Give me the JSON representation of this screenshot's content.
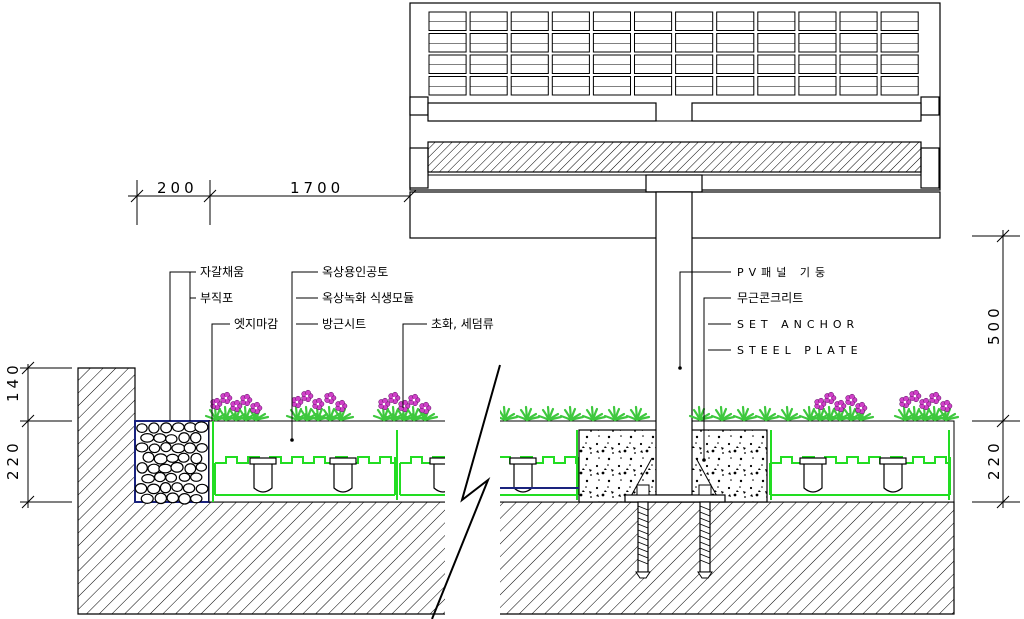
{
  "dimensions": {
    "top_left": "200",
    "top_right": "1700",
    "right_upper": "500",
    "right_lower": "220",
    "left_upper": "140",
    "left_lower": "220"
  },
  "labels_left": [
    "자갈채움",
    "부직포",
    "엣지마감"
  ],
  "labels_mid": [
    "옥상용인공토",
    "옥상녹화 식생모듈",
    "방근시트"
  ],
  "label_plants": "초화, 세덤류",
  "labels_right": [
    "PV패널 기둥",
    "무근콘크리트",
    "SET ANCHOR",
    "STEEL PLATE"
  ],
  "colors": {
    "line": "#000000",
    "module_green": "#22dd22",
    "gravel_edge": "#1a237e",
    "flower_magenta": "#d040c8",
    "leaf_green": "#3ec83e"
  }
}
